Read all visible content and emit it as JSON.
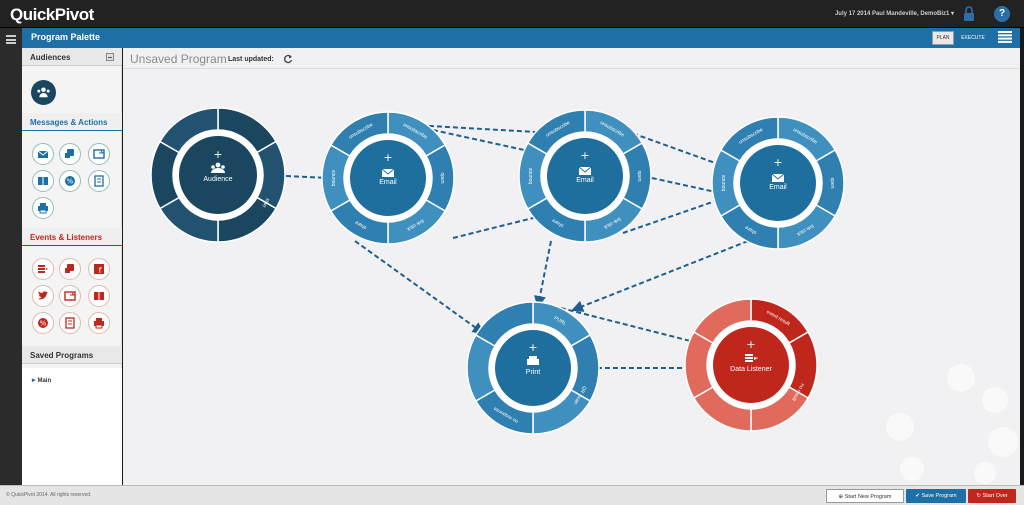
{
  "app": {
    "logo": "QuickPivot",
    "user_info": "July 17 2014  Paul Mandeville, DemoBiz1 ▾",
    "help_label": "?"
  },
  "toolbar": {
    "palette_title": "Program Palette",
    "plan_label": "PLAN",
    "execute_label": "EXECUTE"
  },
  "sidebar": {
    "audiences_header": "Audiences",
    "messages_header": "Messages & Actions",
    "events_header": "Events & Listeners",
    "saved_header": "Saved Programs",
    "saved_items": [
      "Main"
    ]
  },
  "canvas": {
    "program_title": "Unsaved Program",
    "last_updated_label": "Last updated:"
  },
  "nodes": {
    "audience": {
      "label": "Audience",
      "ring": [
        "start"
      ]
    },
    "email1": {
      "label": "Email",
      "ring": [
        "unsubscribe",
        "open",
        "link click",
        "share",
        "bounce",
        "unsubscribe"
      ]
    },
    "email2": {
      "label": "Email",
      "ring": [
        "unsubscribe",
        "open",
        "link click",
        "share",
        "bounce",
        "unsubscribe"
      ]
    },
    "email3": {
      "label": "Email",
      "ring": [
        "unsubscribe",
        "open",
        "link click",
        "share",
        "bounce",
        "unsubscribe"
      ]
    },
    "print": {
      "label": "Print",
      "ring": [
        "PURL",
        "QR Scan",
        "no response"
      ]
    },
    "listener": {
      "label": "Data Listener",
      "ring": [
        "event result",
        "no result"
      ]
    }
  },
  "footer": {
    "copyright": "© QuickPivot 2014. All rights reserved.",
    "new_program": "Start New Program",
    "save_program": "Save Program",
    "start_over": "Start Over"
  },
  "colors": {
    "brand_blue": "#1d6fa5",
    "node_blue": "#1f6f9e",
    "ring_blue": "#3f8fbf",
    "audience_dark": "#1b4660",
    "listener_red": "#c0271c",
    "ring_red": "#e06a5c"
  }
}
